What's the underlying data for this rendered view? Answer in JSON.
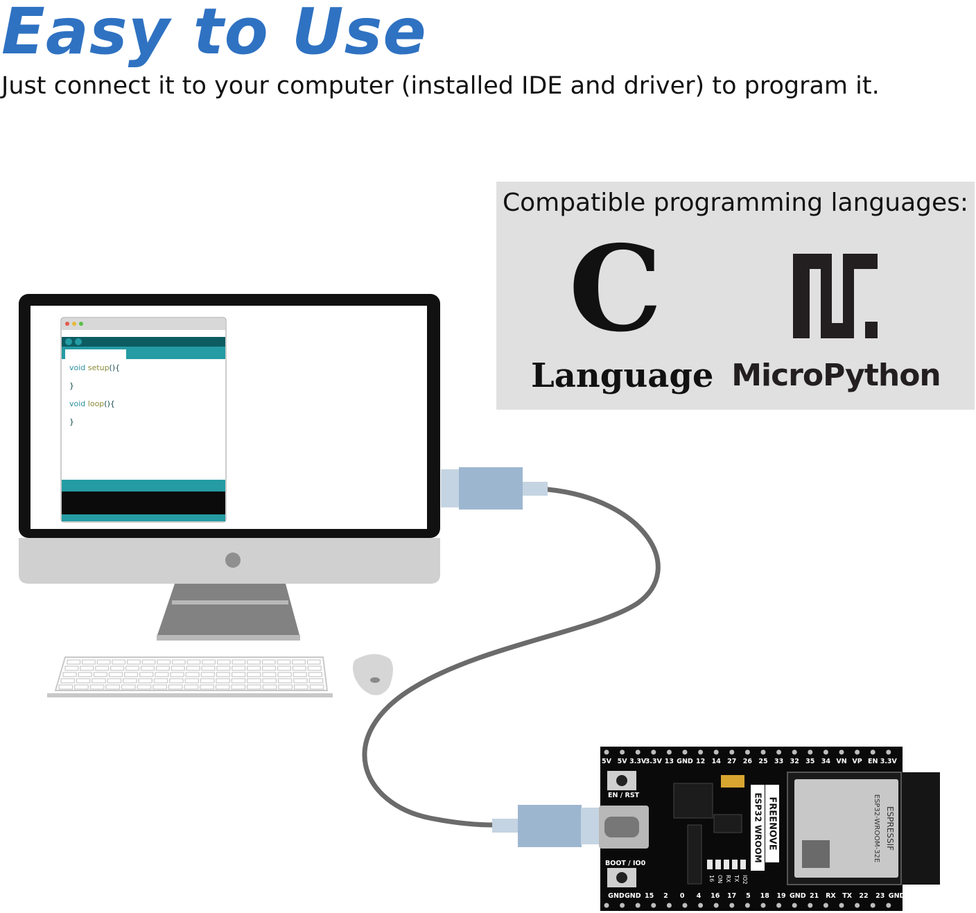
{
  "headline": "Easy to Use",
  "subline": "Just connect it to your computer (installed IDE and driver) to program it.",
  "languages": {
    "title": "Compatible programming languages:",
    "c": {
      "letter": "C",
      "label": "Language"
    },
    "micropython": {
      "label": "MicroPython"
    }
  },
  "ide": {
    "code_lines": [
      {
        "kw": "void",
        "fn": "setup",
        "rest": "(){"
      },
      {
        "rest": "}"
      },
      {
        "kw": "void",
        "fn": "loop",
        "rest": "(){"
      },
      {
        "rest": "}"
      }
    ]
  },
  "board": {
    "brand": "FREENOVE",
    "model": "ESP32 WROOM",
    "module_brand": "ESPRESSIF",
    "module_model": "ESP32-WROOM-32E",
    "en_label": "EN / RST",
    "boot_label": "BOOT / IO0",
    "top_pins": [
      "5V",
      "5V",
      "3.3V",
      "3.3V",
      "13",
      "GND",
      "12",
      "14",
      "27",
      "26",
      "25",
      "33",
      "32",
      "35",
      "34",
      "VN",
      "VP",
      "EN",
      "3.3V"
    ],
    "bottom_pins": [
      "GND",
      "GND",
      "15",
      "2",
      "0",
      "4",
      "16",
      "17",
      "5",
      "18",
      "19",
      "GND",
      "21",
      "RX",
      "TX",
      "22",
      "23",
      "GND"
    ],
    "led_labels": [
      "IO2",
      "TX",
      "RX",
      "ON",
      "16"
    ]
  },
  "colors": {
    "headline": "#2f72c2",
    "accent_teal": "#259ba3",
    "usb_blue": "#9db6d0",
    "cable": "#6b6b6b"
  }
}
